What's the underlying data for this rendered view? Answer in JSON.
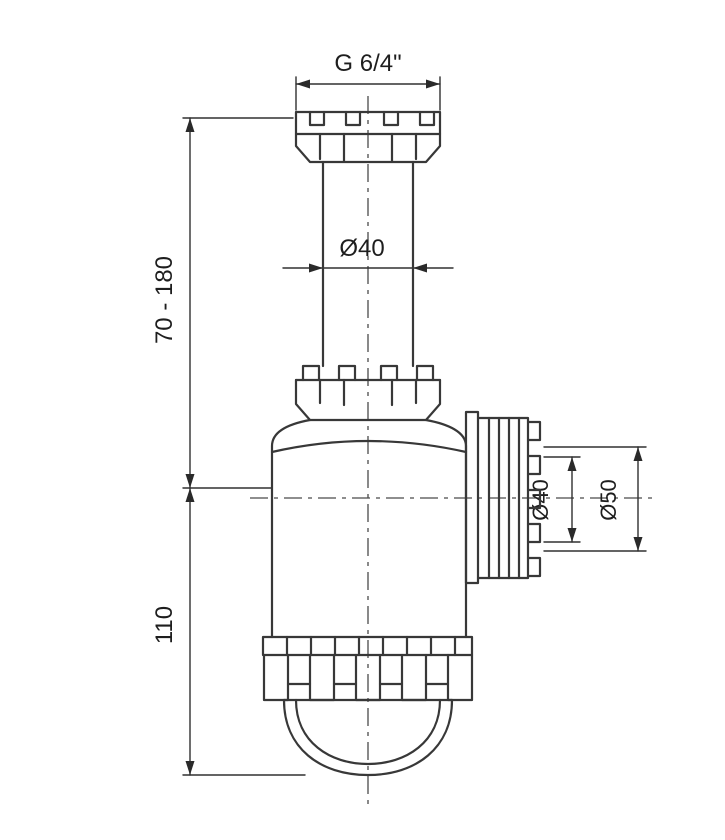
{
  "page": {
    "background": "#ffffff",
    "line_color": "#383838"
  },
  "drawing": {
    "title": "bottle-trap-siphon-technical-drawing",
    "labels": {
      "thread_size": "G 6/4\"",
      "pipe_diameter": "Ø40",
      "adjustable_height": "70 - 180",
      "body_height": "110",
      "outlet_inner_diameter": "Ø40",
      "outlet_outer_diameter": "Ø50"
    }
  }
}
